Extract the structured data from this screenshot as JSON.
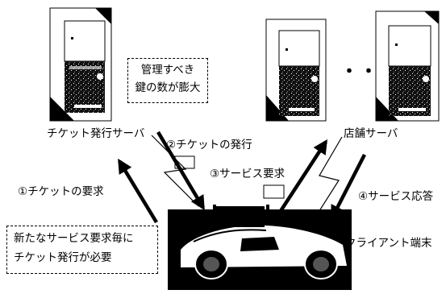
{
  "nodes": {
    "ticket_server": "チケット発行サーバ",
    "store_server": "店舗サーバ",
    "client": "クライアント端末",
    "ellipsis": "・・"
  },
  "notes": {
    "keys_line1": "管理すべき",
    "keys_line2": "鍵の数が膨大",
    "ticket_line1": "新たなサービス要求毎に",
    "ticket_line2": "チケット発行が必要"
  },
  "steps": {
    "s1": "①チケットの要求",
    "s2": "②チケットの発行",
    "s3": "③サービス要求",
    "s4": "④サービス応答"
  }
}
